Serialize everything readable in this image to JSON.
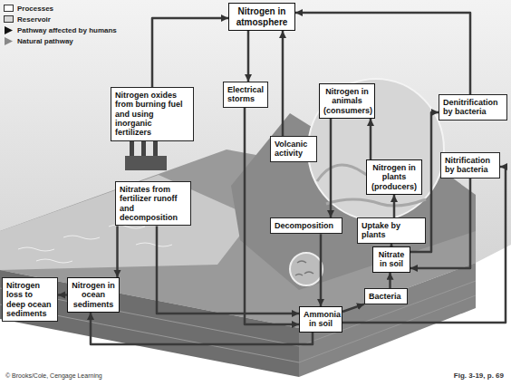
{
  "diagram": {
    "caption": "Fig. 3-19, p. 69",
    "nodes": [
      {
        "text": [
          "Nitrogen in atmosphere"
        ]
      },
      {
        "text": [
          "Nitrogen oxides from burning fuel and using inorganic fertilizers"
        ]
      },
      {
        "text": [
          "Electrical storms"
        ]
      },
      {
        "text": [
          "Volcanic activity"
        ]
      },
      {
        "text": [
          "Nitrogen in animals (consumers)"
        ]
      },
      {
        "text": [
          "Denitrification by bacteria"
        ]
      },
      {
        "text": [
          "Nitrification by bacteria"
        ]
      },
      {
        "text": [
          "Nitrogen in plants (producers)"
        ]
      },
      {
        "text": [
          "Nitrates from fertilizer runoff and decomposition"
        ]
      },
      {
        "text": [
          "Decomposition"
        ]
      },
      {
        "text": [
          "Uptake by plants"
        ]
      },
      {
        "text": [
          "Nitrate in soil"
        ]
      },
      {
        "text": [
          "Bacteria"
        ]
      },
      {
        "text": [
          "Ammonia in soil"
        ]
      },
      {
        "text": [
          "Nitrogen loss to deep ocean sediments"
        ]
      },
      {
        "text": [
          "Nitrogen in ocean sediments"
        ]
      }
    ],
    "edges": [
      {
        "from": 1,
        "to": 0,
        "arrow": "to"
      },
      {
        "from": 0,
        "to": 2,
        "arrow": "to"
      },
      {
        "from": 2,
        "to": 13,
        "arrow": "to"
      },
      {
        "from": 3,
        "to": 0,
        "arrow": "to"
      },
      {
        "from": 11,
        "to": 5,
        "arrow": "to"
      },
      {
        "from": 5,
        "to": 0,
        "arrow": "to"
      },
      {
        "from": 13,
        "to": 6,
        "arrow": "to"
      },
      {
        "from": 6,
        "to": 11,
        "arrow": "to"
      },
      {
        "from": 11,
        "to": 10,
        "arrow": "to"
      },
      {
        "from": 10,
        "to": 7,
        "arrow": "to"
      },
      {
        "from": 7,
        "to": 4,
        "arrow": "to"
      },
      {
        "from": 4,
        "to": 9,
        "arrow": "to"
      },
      {
        "from": 9,
        "to": 13,
        "arrow": "to"
      },
      {
        "from": 13,
        "to": 12,
        "arrow": "to"
      },
      {
        "from": 12,
        "to": 11,
        "arrow": "to"
      },
      {
        "from": 8,
        "to": 13,
        "arrow": "to"
      },
      {
        "from": 8,
        "to": 15,
        "arrow": "to"
      },
      {
        "from": 13,
        "to": 15,
        "arrow": "to"
      },
      {
        "from": 15,
        "to": 14,
        "arrow": "to"
      }
    ],
    "labels": [
      "© Brooks/Cole, Cengage Learning"
    ],
    "legend": [
      {
        "text": "Processes",
        "color": "#ffffff"
      },
      {
        "text": "Reservoir",
        "color": "#d9d9d9"
      },
      {
        "text": "Pathway affected by humans"
      },
      {
        "text": "Natural pathway"
      }
    ]
  }
}
